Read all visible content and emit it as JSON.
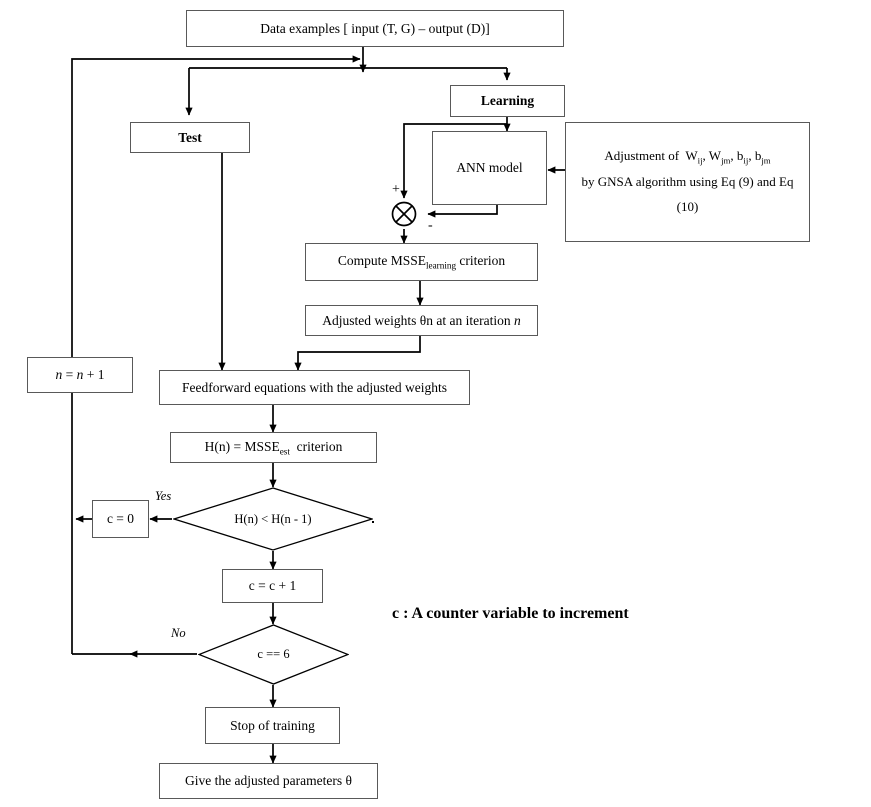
{
  "diagram": {
    "title_note": "Flowchart of ANN training with GNSA algorithm",
    "nodes": {
      "data_examples": "Data examples [ input (T, G) – output (D)]",
      "test": "Test",
      "learning": "Learning",
      "ann_model": "ANN model",
      "adjustment_line1": "Adjustment of  Wij, Wjm, bij, bjm",
      "adjustment_line2": "by GNSA algorithm using Eq (9) and Eq",
      "adjustment_line3": "(10)",
      "compute_msse": "Compute MSSElearning criterion",
      "adjusted_weights": "Adjusted weights θn at an iteration n",
      "n_increment": "n = n + 1",
      "feedforward": "Feedforward equations with the adjusted weights",
      "h_of_n": "H(n) = MSSEest  criterion",
      "decision_h": "H(n) < H(n - 1)",
      "c_zero": "c = 0",
      "c_increment": "c = c + 1",
      "decision_c": "c == 6",
      "stop_training": "Stop of training",
      "give_params": "Give the adjusted parameters θ"
    },
    "edge_labels": {
      "yes": "Yes",
      "no": "No"
    },
    "signs": {
      "plus": "+",
      "minus": "-"
    },
    "annotation": "c : A counter variable to increment",
    "colors": {
      "line": "#000000",
      "box_border": "#595959",
      "background": "#ffffff"
    }
  }
}
